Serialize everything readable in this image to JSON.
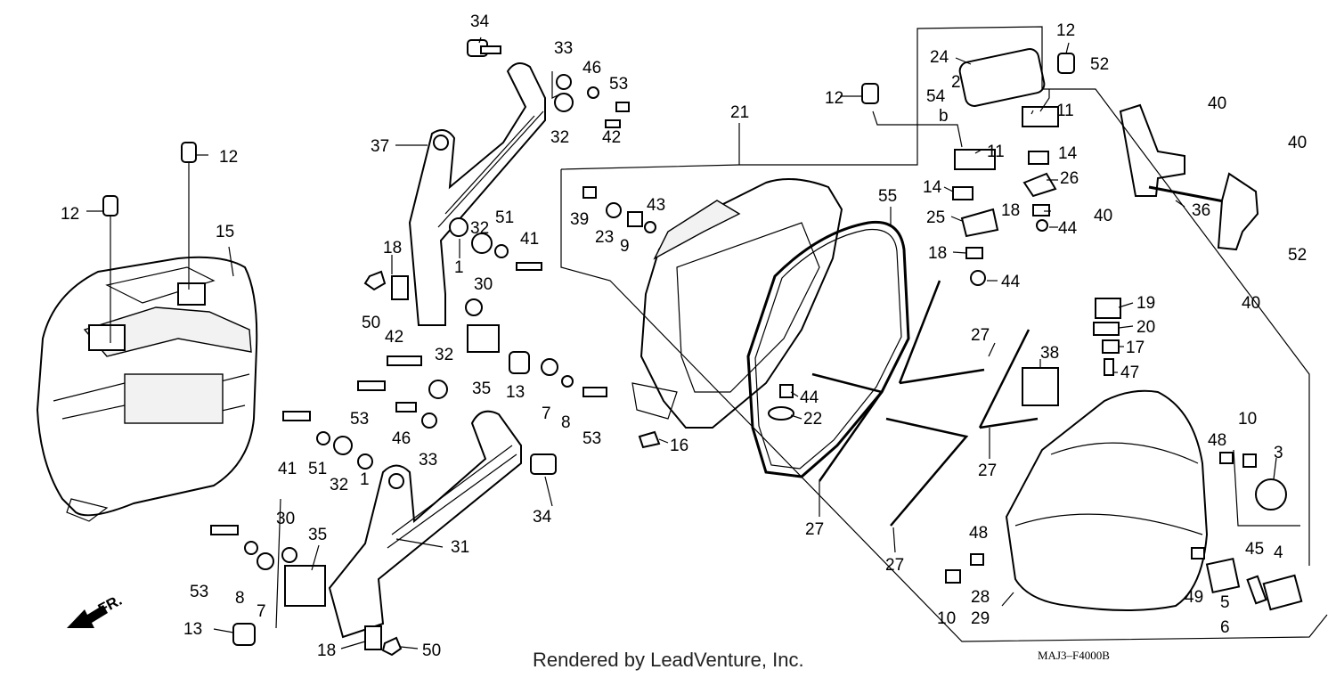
{
  "footer": "Rendered by LeadVenture, Inc.",
  "drawing_code": "MAJ3–F4000B",
  "direction_mark": "FR.",
  "callouts": [
    {
      "id": "c34a",
      "text": "34"
    },
    {
      "id": "c33a",
      "text": "33"
    },
    {
      "id": "c46a",
      "text": "46"
    },
    {
      "id": "c53a",
      "text": "53"
    },
    {
      "id": "c32a",
      "text": "32"
    },
    {
      "id": "c42a",
      "text": "42"
    },
    {
      "id": "c37",
      "text": "37"
    },
    {
      "id": "c12a",
      "text": "12"
    },
    {
      "id": "c12b",
      "text": "12"
    },
    {
      "id": "c15",
      "text": "15"
    },
    {
      "id": "c18a",
      "text": "18"
    },
    {
      "id": "c50a",
      "text": "50"
    },
    {
      "id": "c32b",
      "text": "32"
    },
    {
      "id": "c51a",
      "text": "51"
    },
    {
      "id": "c41a",
      "text": "41"
    },
    {
      "id": "c1a",
      "text": "1"
    },
    {
      "id": "c30a",
      "text": "30"
    },
    {
      "id": "c42b",
      "text": "42"
    },
    {
      "id": "c35a",
      "text": "35"
    },
    {
      "id": "c32c",
      "text": "32"
    },
    {
      "id": "c13a",
      "text": "13"
    },
    {
      "id": "c7a",
      "text": "7"
    },
    {
      "id": "c8a",
      "text": "8"
    },
    {
      "id": "c53b",
      "text": "53"
    },
    {
      "id": "c53c",
      "text": "53"
    },
    {
      "id": "c46b",
      "text": "46"
    },
    {
      "id": "c33b",
      "text": "33"
    },
    {
      "id": "c41b",
      "text": "41"
    },
    {
      "id": "c51b",
      "text": "51"
    },
    {
      "id": "c32d",
      "text": "32"
    },
    {
      "id": "c1b",
      "text": "1"
    },
    {
      "id": "c34b",
      "text": "34"
    },
    {
      "id": "c30b",
      "text": "30"
    },
    {
      "id": "c35b",
      "text": "35"
    },
    {
      "id": "c31",
      "text": "31"
    },
    {
      "id": "c53d",
      "text": "53"
    },
    {
      "id": "c8b",
      "text": "8"
    },
    {
      "id": "c7b",
      "text": "7"
    },
    {
      "id": "c13b",
      "text": "13"
    },
    {
      "id": "c18b",
      "text": "18"
    },
    {
      "id": "c50b",
      "text": "50"
    },
    {
      "id": "c21",
      "text": "21"
    },
    {
      "id": "c24",
      "text": "24"
    },
    {
      "id": "c12c",
      "text": "12"
    },
    {
      "id": "c12d",
      "text": "12"
    },
    {
      "id": "c54",
      "text": "54"
    },
    {
      "id": "c2",
      "text": "2"
    },
    {
      "id": "cb",
      "text": "b"
    },
    {
      "id": "c11a",
      "text": "11"
    },
    {
      "id": "c11b",
      "text": "11"
    },
    {
      "id": "c14a",
      "text": "14"
    },
    {
      "id": "c14b",
      "text": "14"
    },
    {
      "id": "c26",
      "text": "26"
    },
    {
      "id": "c25",
      "text": "25"
    },
    {
      "id": "c18c",
      "text": "18"
    },
    {
      "id": "c44a",
      "text": "44"
    },
    {
      "id": "c18d",
      "text": "18"
    },
    {
      "id": "c44b",
      "text": "44"
    },
    {
      "id": "c52a",
      "text": "52"
    },
    {
      "id": "c40a",
      "text": "40"
    },
    {
      "id": "c40b",
      "text": "40"
    },
    {
      "id": "c40c",
      "text": "40"
    },
    {
      "id": "c36",
      "text": "36"
    },
    {
      "id": "c52b",
      "text": "52"
    },
    {
      "id": "c40d",
      "text": "40"
    },
    {
      "id": "c55",
      "text": "55"
    },
    {
      "id": "c39",
      "text": "39"
    },
    {
      "id": "c23",
      "text": "23"
    },
    {
      "id": "c9",
      "text": "9"
    },
    {
      "id": "c43",
      "text": "43"
    },
    {
      "id": "c19",
      "text": "19"
    },
    {
      "id": "c20",
      "text": "20"
    },
    {
      "id": "c17",
      "text": "17"
    },
    {
      "id": "c47",
      "text": "47"
    },
    {
      "id": "c27a",
      "text": "27"
    },
    {
      "id": "c38",
      "text": "38"
    },
    {
      "id": "c44c",
      "text": "44"
    },
    {
      "id": "c22",
      "text": "22"
    },
    {
      "id": "c16",
      "text": "16"
    },
    {
      "id": "c27b",
      "text": "27"
    },
    {
      "id": "c27c",
      "text": "27"
    },
    {
      "id": "c27d",
      "text": "27"
    },
    {
      "id": "c10a",
      "text": "10"
    },
    {
      "id": "c48a",
      "text": "48"
    },
    {
      "id": "c3",
      "text": "3"
    },
    {
      "id": "c48b",
      "text": "48"
    },
    {
      "id": "c10b",
      "text": "10"
    },
    {
      "id": "c28",
      "text": "28"
    },
    {
      "id": "c29",
      "text": "29"
    },
    {
      "id": "c49",
      "text": "49"
    },
    {
      "id": "c45",
      "text": "45"
    },
    {
      "id": "c4",
      "text": "4"
    },
    {
      "id": "c5",
      "text": "5"
    },
    {
      "id": "c6",
      "text": "6"
    }
  ]
}
